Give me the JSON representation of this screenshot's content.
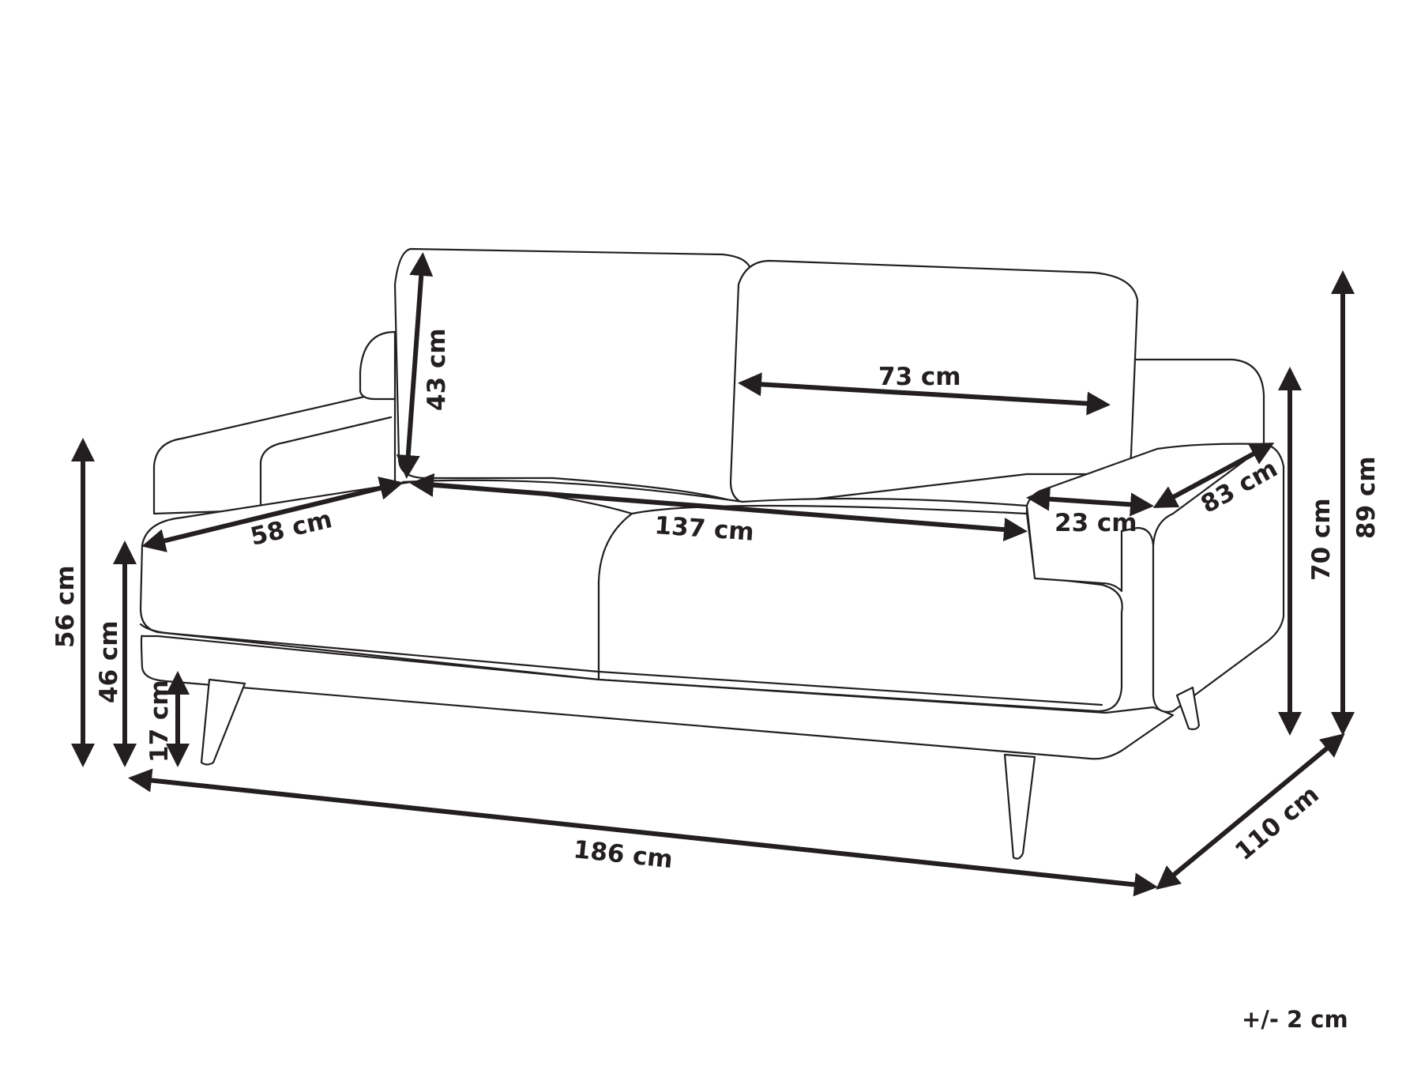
{
  "diagram": {
    "subject": "sofa",
    "line_color": "#231f20",
    "background": "#ffffff",
    "dimensions": {
      "back_cushion_height": "43 cm",
      "back_cushion_width": "73 cm",
      "seat_depth": "58 cm",
      "seat_width": "137 cm",
      "armrest_width": "23 cm",
      "armrest_depth": "83 cm",
      "armrest_height": "70 cm",
      "total_height": "89 cm",
      "arm_height_front": "56 cm",
      "seat_height": "46 cm",
      "leg_height": "17 cm",
      "total_width": "186 cm",
      "total_depth": "110 cm"
    },
    "tolerance": "+/- 2 cm"
  }
}
